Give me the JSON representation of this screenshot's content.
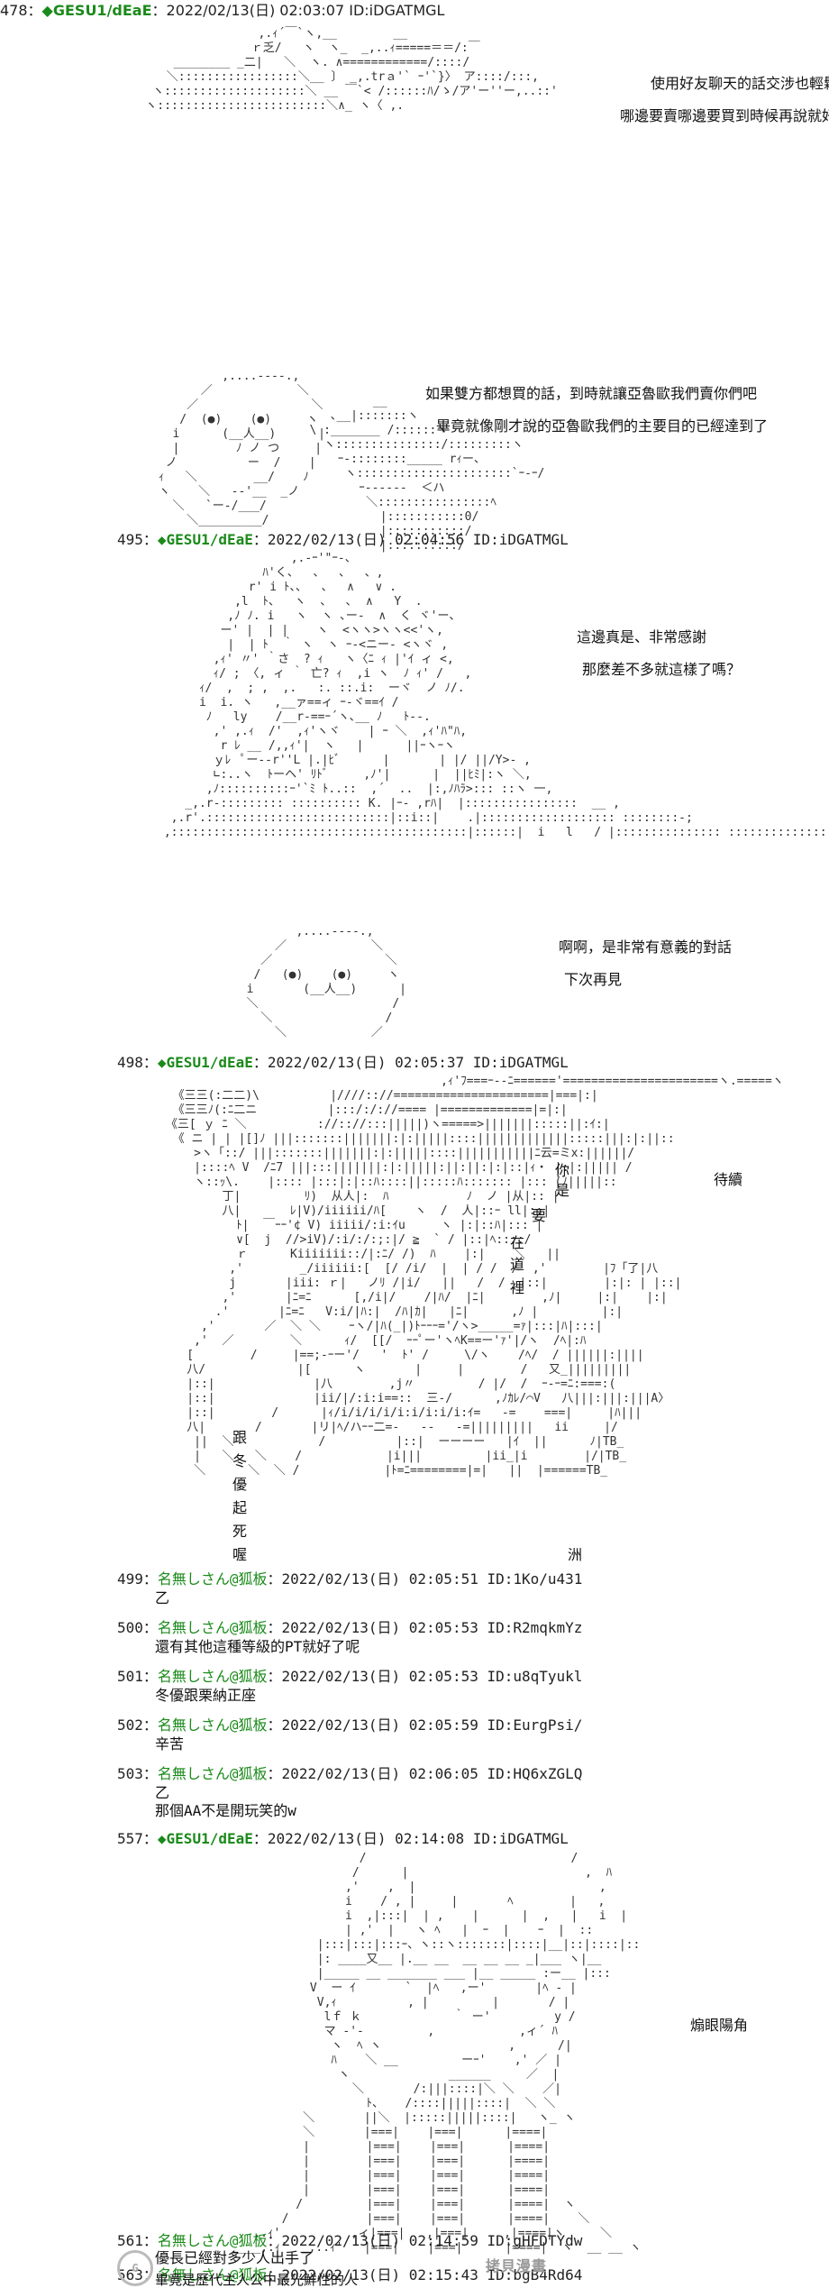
{
  "posts": [
    {
      "num": "478：",
      "name": "◆GESU1/dEaE",
      "meta": "：2022/02/13(日) 02:03:07 ID:iDGATMGL"
    },
    {
      "num": "495：",
      "name": "◆GESU1/dEaE",
      "meta": "：2022/02/13(日) 02:04:56 ID:iDGATMGL"
    },
    {
      "num": "498：",
      "name": "◆GESU1/dEaE",
      "meta": "：2022/02/13(日) 02:05:37 ID:iDGATMGL"
    },
    {
      "num": "499：",
      "name": "名無しさん@狐板",
      "meta": "：2022/02/13(日) 02:05:51 ID:1Ko/u431",
      "text": "乙"
    },
    {
      "num": "500：",
      "name": "名無しさん@狐板",
      "meta": "：2022/02/13(日) 02:05:53 ID:R2mqkmYz",
      "text": "還有其他這種等級的PT就好了呢"
    },
    {
      "num": "501：",
      "name": "名無しさん@狐板",
      "meta": "：2022/02/13(日) 02:05:53 ID:u8qTyukl",
      "text": "冬優跟栗納正座"
    },
    {
      "num": "502：",
      "name": "名無しさん@狐板",
      "meta": "：2022/02/13(日) 02:05:59 ID:EurgPsi/",
      "text": "辛苦"
    },
    {
      "num": "503：",
      "name": "名無しさん@狐板",
      "meta": "：2022/02/13(日) 02:06:05 ID:HQ6xZGLQ",
      "text": "乙",
      "text2": "那個AA不是開玩笑的w"
    },
    {
      "num": "557：",
      "name": "◆GESU1/dEaE",
      "meta": "：2022/02/13(日) 02:14:08 ID:iDGATMGL"
    },
    {
      "num": "561：",
      "name": "名無しさん@狐板",
      "meta": "：2022/02/13(日) 02:14:59 ID:gHFDTYdw",
      "text": "優長已經對多少人出手了"
    },
    {
      "num": "563：",
      "name": "名無しさん@狐板",
      "meta": "：2022/02/13(日) 02:15:43 ID:bgB4Rd64",
      "text": "畢竟是歷代主人公中最光鮮性的人"
    }
  ],
  "dialogue": {
    "d478_1": "使用好友聊天的話交涉也輕鬆",
    "d478_2": "哪邊要賣哪邊要買到時候再說就好了吧",
    "d478_3": "如果雙方都想買的話，到時就讓亞魯歐我們賣你們吧",
    "d478_4": "畢竟就像剛才說的亞魯歐我們的主要目的已經達到了",
    "d495_1": "這邊真是、非常感謝",
    "d495_2": "那麼差不多就這樣了嗎？",
    "d495_3": "啊啊，是非常有意義的對話",
    "d495_4": "下次再見",
    "d498_1": "待續",
    "d498_v1": "你",
    "d498_v2": "是",
    "d498_v3": "要",
    "d498_v4": "在",
    "d498_v5": "道",
    "d498_v6": "裡",
    "d498_v7": "跟",
    "d498_v8": "冬",
    "d498_v9": "優",
    "d498_v10": "起",
    "d498_v11": "死",
    "d498_v12": "喔",
    "d498_s1": "洲",
    "d557_1": "煽眼陽角"
  },
  "watermark": {
    "left": "G",
    "right": "拷貝漫畫"
  }
}
